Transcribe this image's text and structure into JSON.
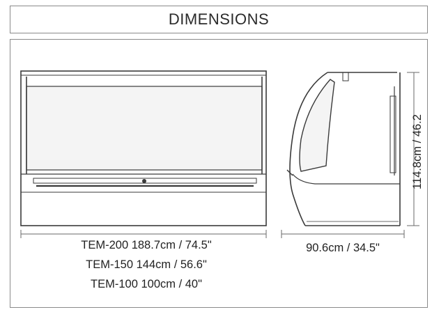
{
  "header": {
    "title": "DIMENSIONS"
  },
  "dimensions": {
    "front_widths": [
      "TEM-200 188.7cm / 74.5\"",
      "TEM-150 144cm / 56.6\"",
      "TEM-100 100cm / 40\""
    ],
    "depth": "90.6cm / 34.5\"",
    "height": "114.8cm / 46.2"
  },
  "colors": {
    "frame": "#8a8a8a",
    "line": "#3a3a3a",
    "glass_fill": "#f4f4f4"
  }
}
